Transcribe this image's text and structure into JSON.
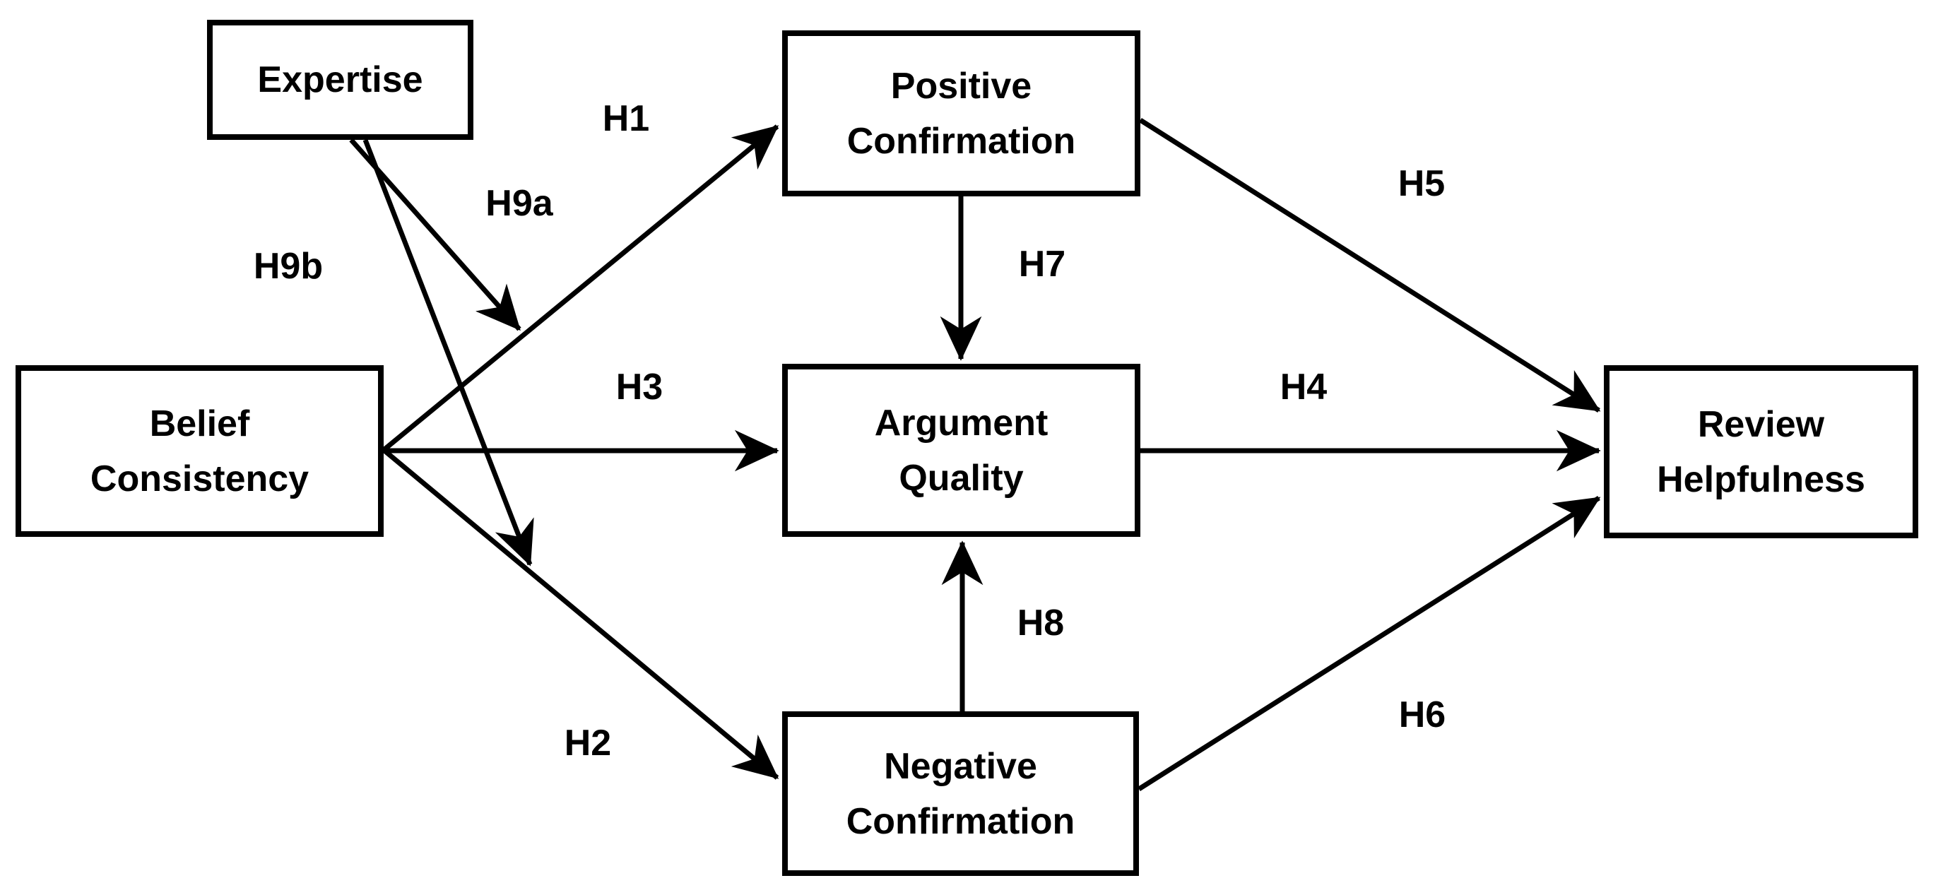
{
  "diagram": {
    "background_color": "#ffffff",
    "line_color": "#000000",
    "text_color": "#000000",
    "nodes": [
      {
        "id": "expertise",
        "label": "Expertise",
        "lines": [
          "Expertise"
        ]
      },
      {
        "id": "belief-consistency",
        "label": "Belief Consistency",
        "lines": [
          "Belief",
          "Consistency"
        ]
      },
      {
        "id": "positive-confirmation",
        "label": "Positive Confirmation",
        "lines": [
          "Positive",
          "Confirmation"
        ]
      },
      {
        "id": "argument-quality",
        "label": "Argument Quality",
        "lines": [
          "Argument",
          "Quality"
        ]
      },
      {
        "id": "negative-confirmation",
        "label": "Negative Confirmation",
        "lines": [
          "Negative",
          "Confirmation"
        ]
      },
      {
        "id": "review-helpfulness",
        "label": "Review Helpfulness",
        "lines": [
          "Review",
          "Helpfulness"
        ]
      }
    ],
    "edges": [
      {
        "id": "H1",
        "label": "H1",
        "from": "belief-consistency",
        "to": "positive-confirmation"
      },
      {
        "id": "H2",
        "label": "H2",
        "from": "belief-consistency",
        "to": "negative-confirmation"
      },
      {
        "id": "H3",
        "label": "H3",
        "from": "belief-consistency",
        "to": "argument-quality"
      },
      {
        "id": "H4",
        "label": "H4",
        "from": "argument-quality",
        "to": "review-helpfulness"
      },
      {
        "id": "H5",
        "label": "H5",
        "from": "positive-confirmation",
        "to": "review-helpfulness"
      },
      {
        "id": "H6",
        "label": "H6",
        "from": "negative-confirmation",
        "to": "review-helpfulness"
      },
      {
        "id": "H7",
        "label": "H7",
        "from": "positive-confirmation",
        "to": "argument-quality"
      },
      {
        "id": "H8",
        "label": "H8",
        "from": "negative-confirmation",
        "to": "argument-quality"
      },
      {
        "id": "H9a",
        "label": "H9a",
        "from": "expertise",
        "to": "path-H1"
      },
      {
        "id": "H9b",
        "label": "H9b",
        "from": "expertise",
        "to": "path-H2"
      }
    ]
  }
}
